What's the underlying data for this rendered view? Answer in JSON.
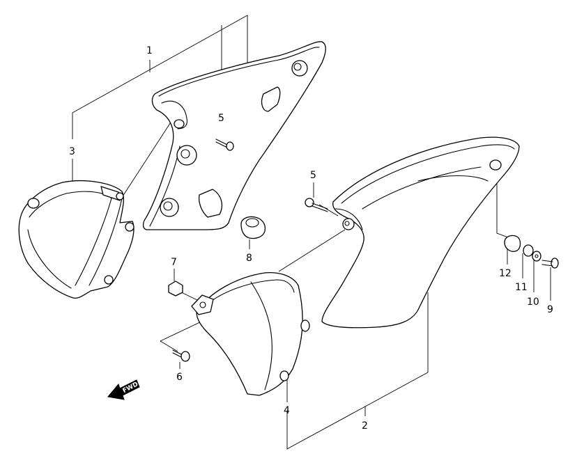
{
  "labels": {
    "p1": "1",
    "p2": "2",
    "p3": "3",
    "p4": "4",
    "p5a": "5",
    "p5b": "5",
    "p6": "6",
    "p7": "7",
    "p8": "8",
    "p9": "9",
    "p10": "10",
    "p11": "11",
    "p12": "12"
  },
  "fwd_arrow": "FWD"
}
